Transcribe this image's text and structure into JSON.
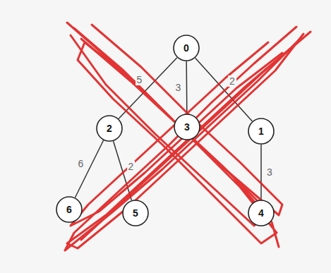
{
  "diagram": {
    "nodes": [
      {
        "text": [
          "0"
        ]
      },
      {
        "text": [
          "2"
        ]
      },
      {
        "text": [
          "3"
        ]
      },
      {
        "text": [
          "1"
        ]
      },
      {
        "text": [
          "6"
        ]
      },
      {
        "text": [
          "5"
        ]
      },
      {
        "text": [
          "4"
        ]
      }
    ],
    "edges": [
      {
        "from": 0,
        "to": 1,
        "label": "5",
        "arrow": "none"
      },
      {
        "from": 0,
        "to": 2,
        "label": "3",
        "arrow": "none"
      },
      {
        "from": 0,
        "to": 3,
        "label": "2",
        "arrow": "none"
      },
      {
        "from": 1,
        "to": 4,
        "label": "6",
        "arrow": "none"
      },
      {
        "from": 1,
        "to": 5,
        "label": "2",
        "arrow": "none"
      },
      {
        "from": 3,
        "to": 6,
        "label": "3",
        "arrow": "none"
      }
    ]
  }
}
